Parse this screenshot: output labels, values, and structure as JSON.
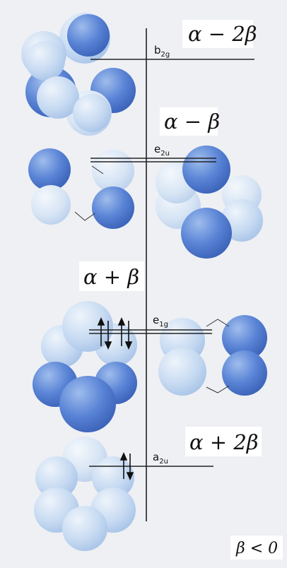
{
  "levels": [
    {
      "id": "b2g",
      "energy": "α − 2β",
      "symmetry_main": "b",
      "symmetry_sub": "2g",
      "electrons": 0,
      "degenerate": false
    },
    {
      "id": "e2u",
      "energy": "α − β",
      "symmetry_main": "e",
      "symmetry_sub": "2u",
      "electrons": 0,
      "degenerate": true
    },
    {
      "id": "e1g",
      "energy": "α + β",
      "symmetry_main": "e",
      "symmetry_sub": "1g",
      "electrons": 4,
      "degenerate": true
    },
    {
      "id": "a2u",
      "energy": "α + 2β",
      "symmetry_main": "a",
      "symmetry_sub": "2u",
      "electrons": 2,
      "degenerate": false
    }
  ],
  "condition": "β < 0",
  "colors": {
    "background": "#eef0f4",
    "lobe_dark": "#4a76cf",
    "lobe_light": "#c9dcf3",
    "lobe_pale": "#dde9f6",
    "line": "#222222"
  }
}
